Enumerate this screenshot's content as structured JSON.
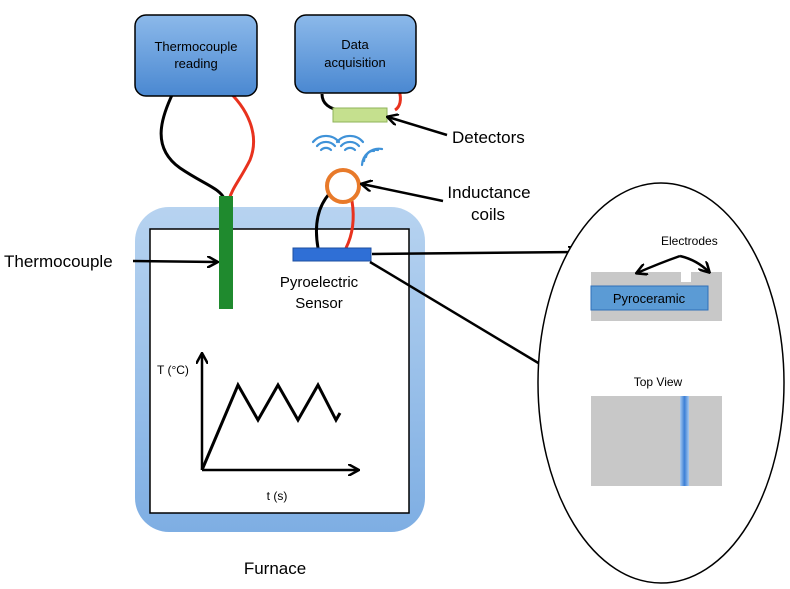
{
  "boxes": {
    "thermocouple_reading": [
      "Thermocouple",
      "reading"
    ],
    "data_acquisition": [
      "Data",
      "acquisition"
    ]
  },
  "labels": {
    "detectors": "Detectors",
    "inductance": [
      "Inductance",
      "coils"
    ],
    "thermocouple": "Thermocouple",
    "pyroelectric": [
      "Pyroelectric",
      "Sensor"
    ],
    "furnace": "Furnace"
  },
  "graph": {
    "ylabel": "T (°C)",
    "xlabel": "t (s)"
  },
  "detail": {
    "electrodes": "Electrodes",
    "pyroceramic": "Pyroceramic",
    "top_view": "Top View"
  },
  "colors": {
    "box_fill": "#5b9bd5",
    "furnace_fill": "#9dc3e6",
    "wire_red": "#e8321e",
    "thermocouple_green": "#1f8a2e",
    "detector_green": "#c5e08e",
    "coil_orange": "#e87a2a",
    "sensor_blue": "#2f6fd6",
    "detail_gray": "#c8c8c8"
  }
}
